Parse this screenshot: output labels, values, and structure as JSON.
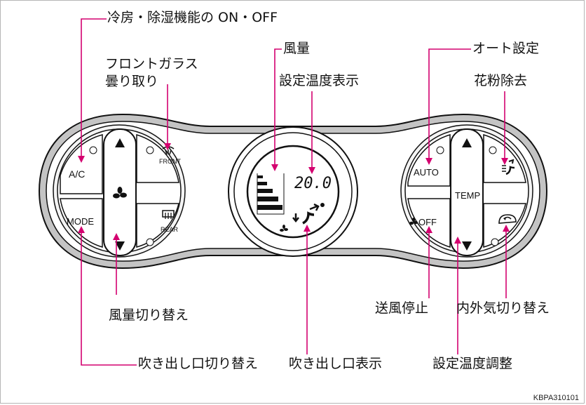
{
  "labels": {
    "ac_onoff": "冷房・除湿機能の ON・OFF",
    "front_defog_line1": "フロントガラス",
    "front_defog_line2": "曇り取り",
    "fan_speed": "風量",
    "set_temp_display": "設定温度表示",
    "auto_setting": "オート設定",
    "pollen_removal": "花粉除去",
    "fan_speed_switch": "風量切り替え",
    "outlet_switch": "吹き出し口切り替え",
    "outlet_display": "吹き出し口表示",
    "fan_stop": "送風停止",
    "recirc_switch": "内外気切り替え",
    "temp_adjust": "設定温度調整"
  },
  "buttons": {
    "ac": "A/C",
    "mode": "MODE",
    "front": "FRONT",
    "rear": "REAR",
    "auto": "AUTO",
    "temp": "TEMP",
    "off": "OFF"
  },
  "display": {
    "temperature": "20.0"
  },
  "figure_id": "KBPA310101",
  "colors": {
    "leader_line": "#d4006f",
    "panel_stroke": "#111111",
    "panel_shadow": "#bbbbbb"
  }
}
